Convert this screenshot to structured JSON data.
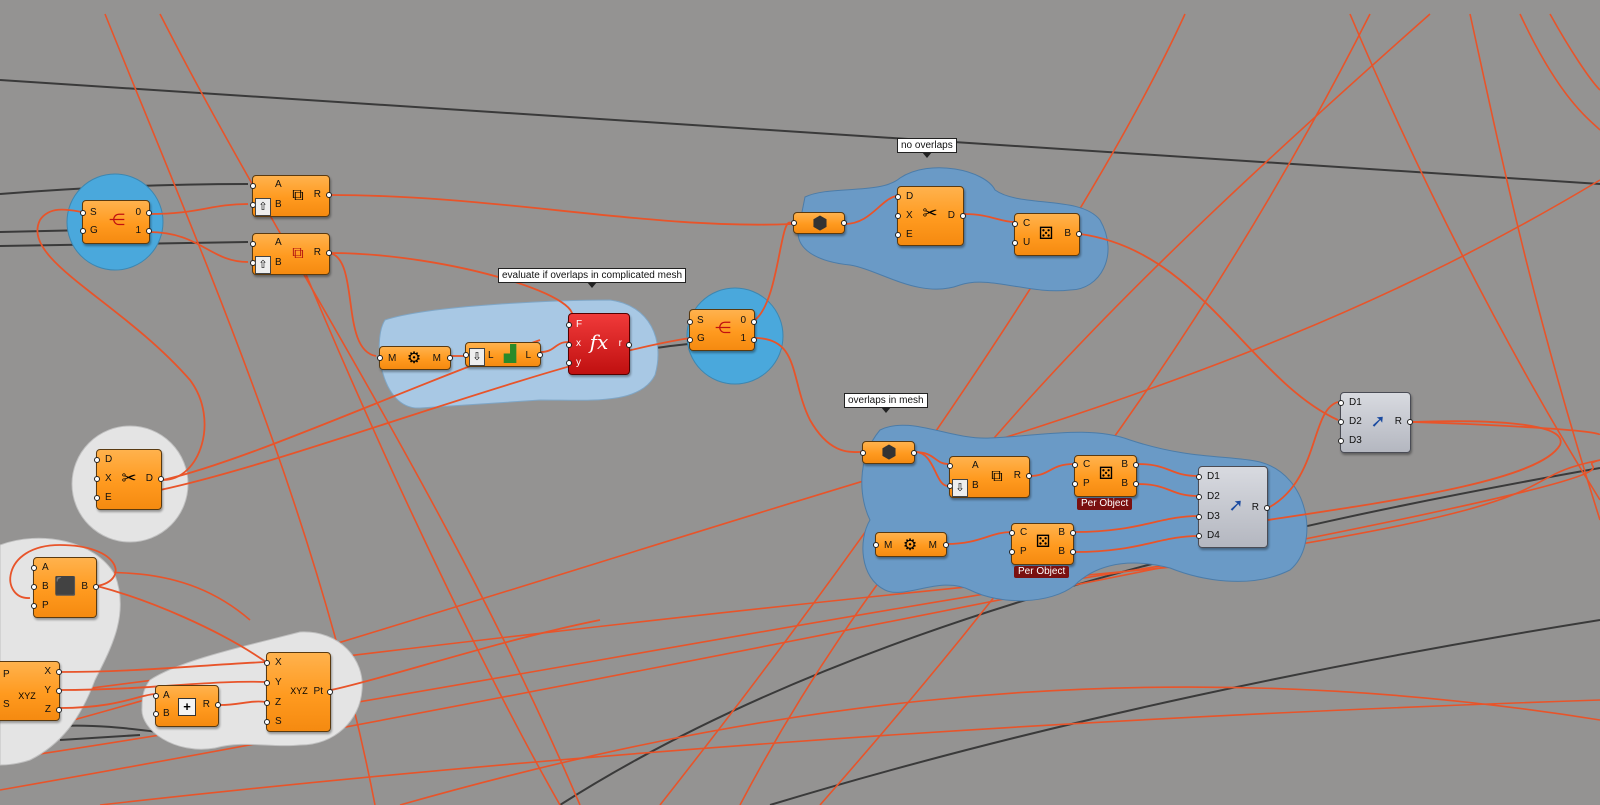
{
  "groups": {
    "no_overlaps": "no overlaps",
    "evaluate": "evaluate if overlaps in complicated mesh",
    "overlaps_in_mesh": "overlaps in mesh"
  },
  "components": {
    "dispatch1": {
      "inputs": [
        "S",
        "G"
      ],
      "outputs": [
        "0",
        "1"
      ]
    },
    "union1": {
      "inputs": [
        "A",
        "B"
      ],
      "outputs": [
        "R"
      ]
    },
    "union2": {
      "inputs": [
        "A",
        "B"
      ],
      "outputs": [
        "R"
      ]
    },
    "mesh_a": {
      "inputs": [
        "M"
      ],
      "outputs": [
        "M"
      ]
    },
    "list_len": {
      "inputs": [
        "L"
      ],
      "outputs": [
        "L"
      ]
    },
    "expr": {
      "inputs": [
        "F",
        "x",
        "y"
      ],
      "outputs": [
        "r"
      ]
    },
    "dispatch2": {
      "inputs": [
        "S",
        "G"
      ],
      "outputs": [
        "0",
        "1"
      ]
    },
    "split_top": {
      "inputs": [
        "D",
        "X",
        "E"
      ],
      "outputs": [
        "D"
      ]
    },
    "random_top": {
      "inputs": [
        "C",
        "U"
      ],
      "outputs": [
        "B"
      ]
    },
    "merge_right": {
      "inputs": [
        "D1",
        "D2",
        "D3"
      ],
      "outputs": [
        "R"
      ]
    },
    "split_left": {
      "inputs": [
        "D",
        "X",
        "E"
      ],
      "outputs": [
        "D"
      ]
    },
    "box_left": {
      "inputs": [
        "A",
        "B",
        "P"
      ],
      "outputs": [
        "B"
      ]
    },
    "decompose": {
      "inputs": [
        "P",
        "S"
      ],
      "outputs": [
        "X",
        "Y",
        "Z"
      ]
    },
    "addition": {
      "inputs": [
        "A",
        "B"
      ],
      "outputs": [
        "R"
      ]
    },
    "construct_pt": {
      "inputs": [
        "X",
        "Y",
        "Z",
        "S"
      ],
      "outputs": [
        "Pt"
      ]
    },
    "difference": {
      "inputs": [
        "A",
        "B"
      ],
      "outputs": [
        "R"
      ]
    },
    "random_po1": {
      "inputs": [
        "C",
        "P"
      ],
      "outputs": [
        "B",
        "B"
      ],
      "badge": "Per Object"
    },
    "mesh_b": {
      "inputs": [
        "M"
      ],
      "outputs": [
        "M"
      ]
    },
    "random_po2": {
      "inputs": [
        "C",
        "P"
      ],
      "outputs": [
        "B",
        "B"
      ],
      "badge": "Per Object"
    },
    "merge_group": {
      "inputs": [
        "D1",
        "D2",
        "D3",
        "D4"
      ],
      "outputs": [
        "R"
      ]
    }
  },
  "icons": {
    "dispatch": "dispatch-icon",
    "union": "solid-union-icon",
    "difference": "solid-difference-icon",
    "mesh": "mesh-icon",
    "list_length": "list-length-icon",
    "expression": "fx",
    "split": "split-icon",
    "random": "dice-icon",
    "merge": "merge-icon",
    "box": "box-icon",
    "add": "+",
    "vector_xyz": "XYZ",
    "boolean_hex": "hexagon-icon"
  },
  "colors": {
    "canvas": "#949392",
    "wire": "#e8542a",
    "wire_dark": "#3a3a3a",
    "group_blue": "#4aa8dc",
    "group_light": "#e4e4e4",
    "group_bluegrey": "#6a9ac6",
    "component": "#ff9f2a"
  }
}
